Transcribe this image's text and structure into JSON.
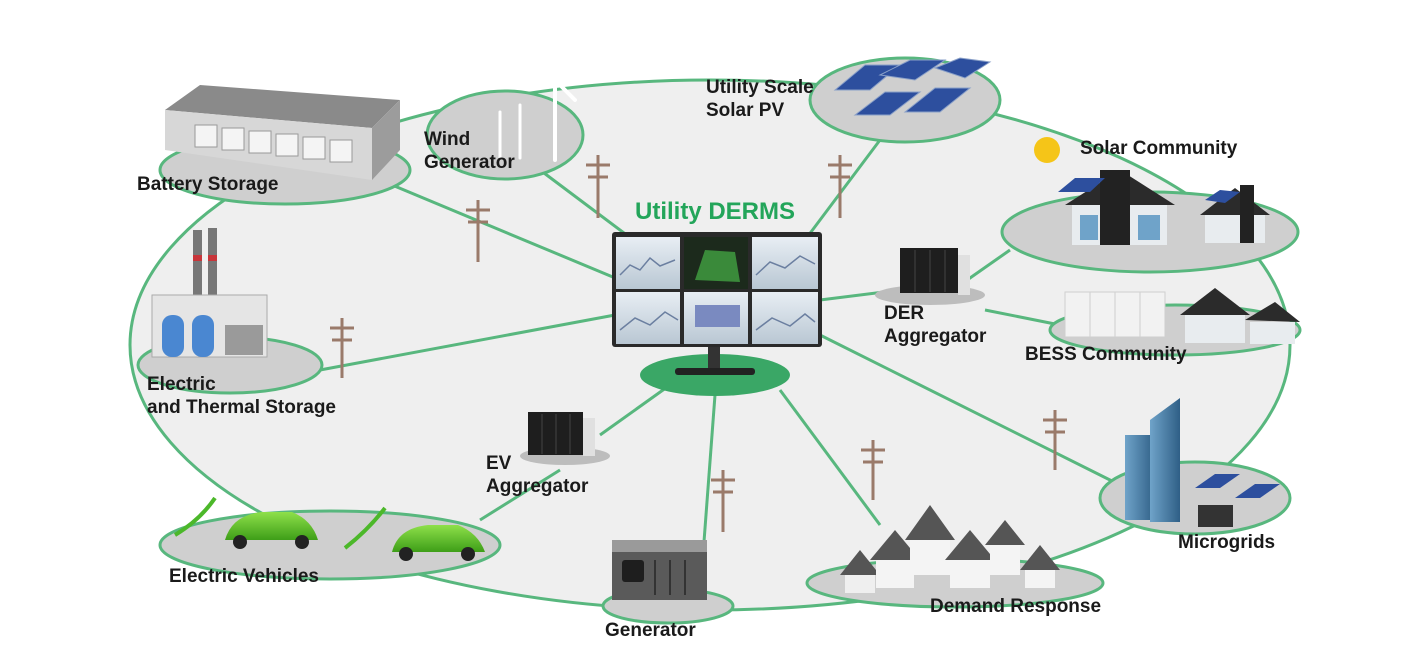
{
  "center": {
    "title": "Utility DERMS"
  },
  "nodes": {
    "battery_storage": {
      "label": "Battery Storage"
    },
    "wind_generator": {
      "line1": "Wind",
      "line2": "Generator"
    },
    "utility_solar": {
      "line1": "Utility Scale",
      "line2": "Solar PV"
    },
    "solar_community": {
      "label": "Solar Community"
    },
    "der_aggregator": {
      "line1": "DER",
      "line2": "Aggregator"
    },
    "bess_community": {
      "label": "BESS Community"
    },
    "electric_thermal": {
      "line1": "Electric",
      "line2": "and Thermal Storage"
    },
    "ev_aggregator": {
      "line1": "EV",
      "line2": "Aggregator"
    },
    "electric_vehicles": {
      "label": "Electric Vehicles"
    },
    "generator": {
      "label": "Generator"
    },
    "demand_response": {
      "label": "Demand Response"
    },
    "microgrids": {
      "label": "Microgrids"
    }
  },
  "colors": {
    "accent": "#23a55a",
    "line": "#58b77e",
    "platform": "#cfcfcf",
    "disc": "#3aa766"
  }
}
